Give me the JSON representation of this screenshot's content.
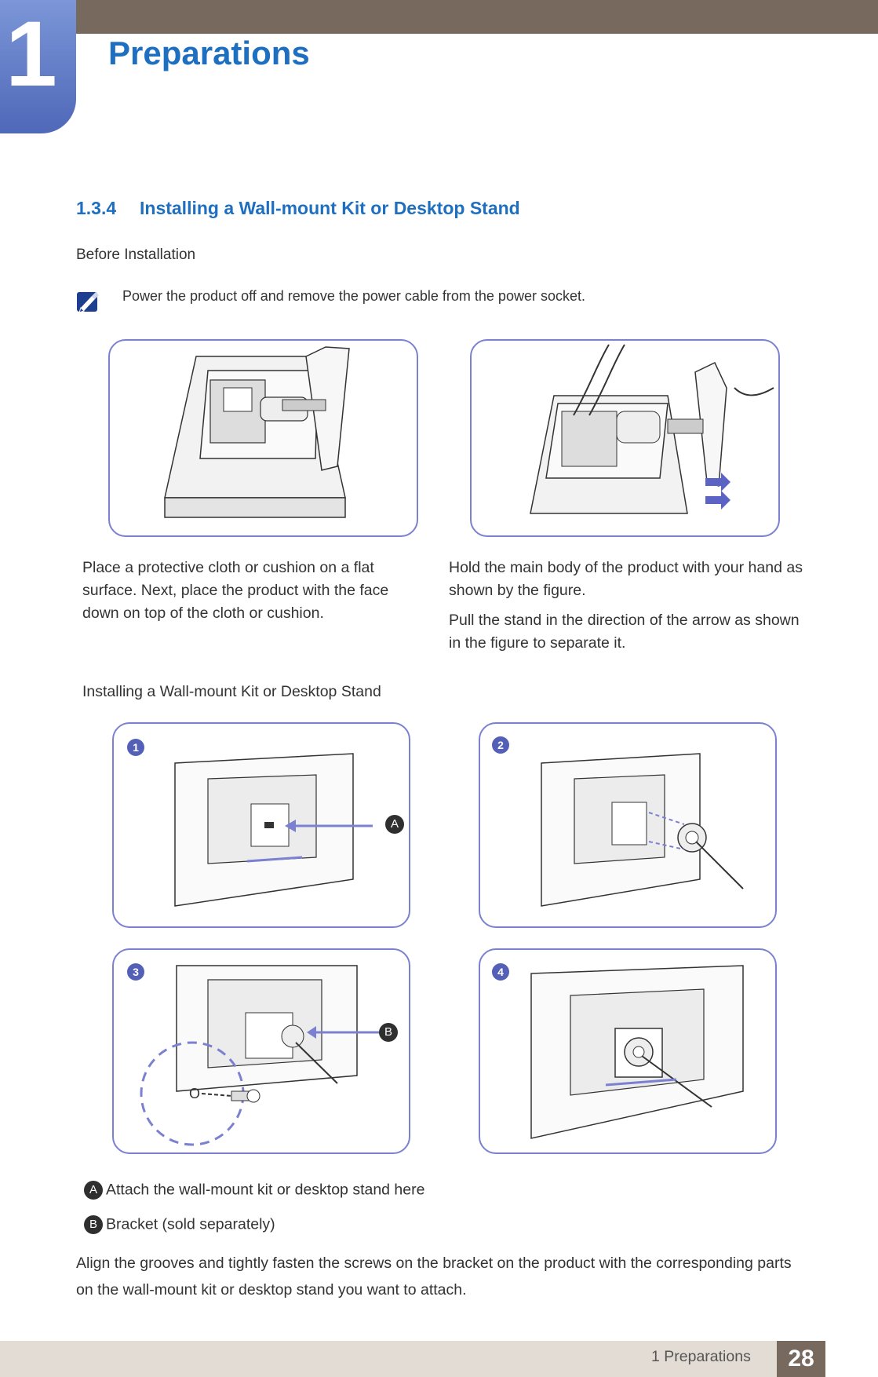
{
  "header": {
    "chapter_number": "1",
    "chapter_title": "Preparations",
    "accent_color": "#1e6fc0",
    "tab_color": "#5b74c4",
    "bar_color": "#77695d"
  },
  "section": {
    "number": "1.3.4",
    "title": "Installing a Wall-mount Kit or Desktop Stand"
  },
  "before": {
    "label": "Before Installation",
    "note_icon": "note-pencil-icon",
    "note": "Power the product off and remove the power cable from the power socket."
  },
  "figures_top": {
    "caption_left": "Place a protective cloth or cushion on a flat surface. Next, place the product with the face down on top of the cloth or cushion.",
    "caption_right_1": "Hold the main body of the product with your hand as shown by the figure.",
    "caption_right_2": "Pull the stand in the direction of the arrow as shown in the figure to separate it."
  },
  "install": {
    "title": "Installing a Wall-mount Kit or Desktop Stand",
    "steps": [
      "1",
      "2",
      "3",
      "4"
    ],
    "callout_a": "A",
    "callout_b": "B",
    "legend": [
      {
        "marker": "A",
        "text": "Attach the wall-mount kit or desktop stand here"
      },
      {
        "marker": "B",
        "text": "Bracket (sold separately)"
      }
    ],
    "instruction": "Align the grooves and tightly fasten the screws on the bracket on the product with the corresponding parts on the wall-mount kit or desktop stand you want to attach."
  },
  "footer": {
    "label": "1 Preparations",
    "page": "28"
  }
}
